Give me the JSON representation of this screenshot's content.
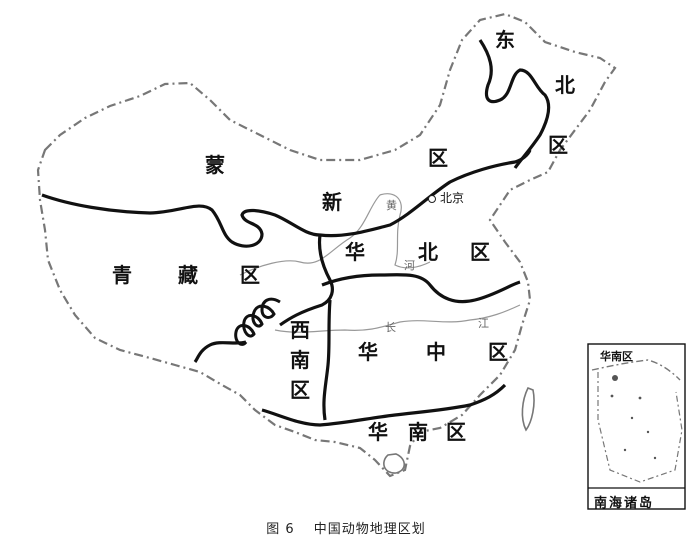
{
  "regions": {
    "dongbei": [
      "东",
      "北",
      "区"
    ],
    "mengxin": [
      "蒙",
      "新",
      "区"
    ],
    "qingzang": [
      "青",
      "藏",
      "区"
    ],
    "huabei": [
      "华",
      "北",
      "区"
    ],
    "xinan": [
      "西",
      "南",
      "区"
    ],
    "huazhong": [
      "华",
      "中",
      "区"
    ],
    "huanan": [
      "华",
      "南",
      "区"
    ]
  },
  "capital": "北京",
  "rivers": {
    "huanghe": [
      "黄",
      "河"
    ],
    "changjiang": [
      "长",
      "江"
    ]
  },
  "inset": {
    "title": "华南区",
    "caption": "南海诸岛"
  },
  "figure": {
    "number": "图 6",
    "title": "中国动物地理区划"
  },
  "colors": {
    "boundary": "#111111",
    "border_dash": "#777777",
    "river": "#9a9a9a"
  }
}
